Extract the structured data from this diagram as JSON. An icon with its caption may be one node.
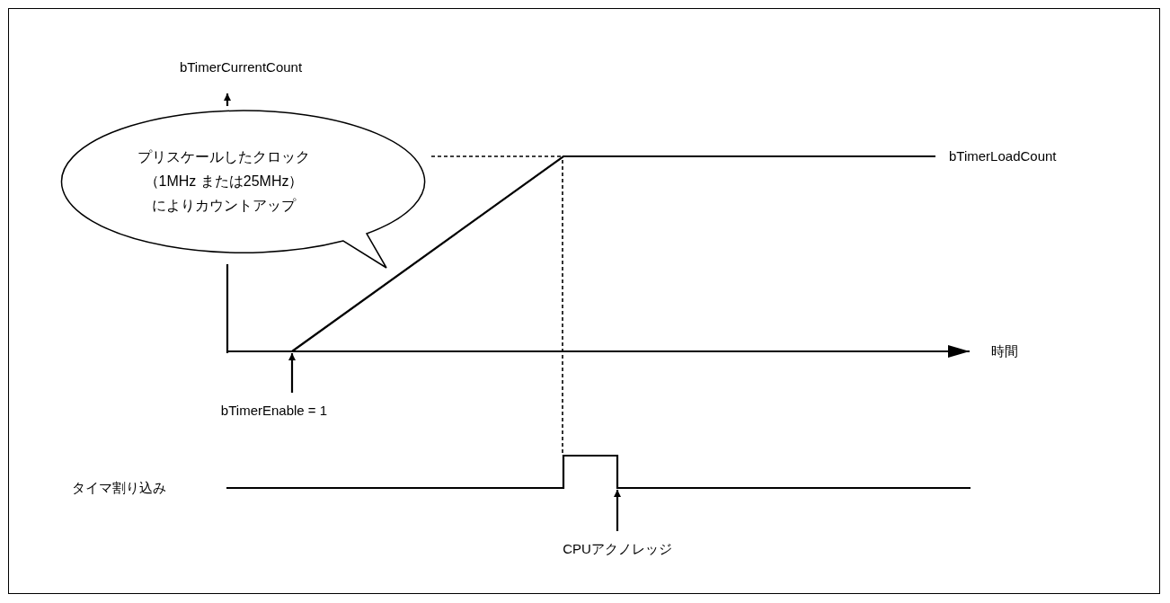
{
  "diagram": {
    "nodes": [
      {
        "text": [
          "プリスケールしたクロック（1MHz または25MHz）によりカウントアップ"
        ]
      },
      {
        "text": [
          "bTimerEnable = 1"
        ]
      },
      {
        "text": [
          "CPUアクノレッジ"
        ]
      },
      {
        "text": [],
        "shape": "waveform"
      }
    ],
    "edges": [
      {
        "from": 1,
        "to": null,
        "arrow": "to"
      },
      {
        "from": 2,
        "to": 3,
        "arrow": "to"
      }
    ],
    "labels": [
      "bTimerCurrentCount",
      "bTimerLoadCount",
      "時間",
      "タイマ割り込み"
    ]
  }
}
